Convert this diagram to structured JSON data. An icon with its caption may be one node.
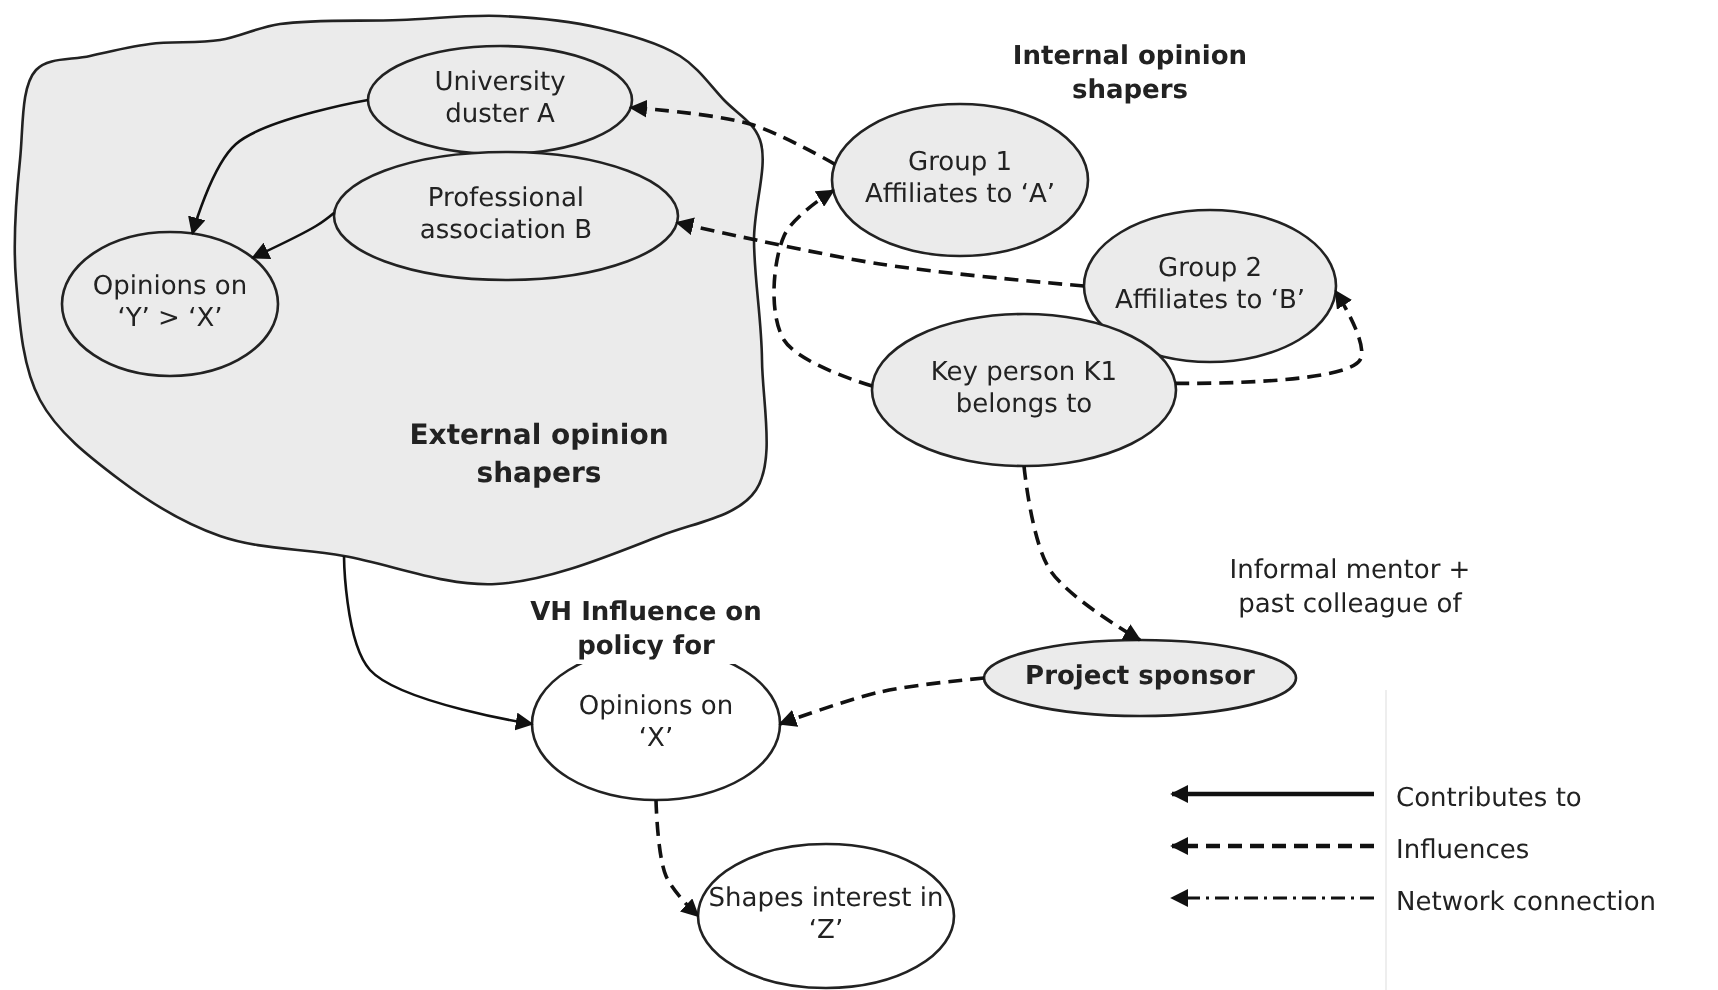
{
  "diagram": {
    "nodes": [
      {
        "text": [
          "External opinion shapers"
        ]
      },
      {
        "text": [
          "University duster A"
        ],
        "in": 0
      },
      {
        "text": [
          "Professional association B"
        ],
        "in": 0
      },
      {
        "text": [
          "Opinions on ‘Y’ > ‘X’"
        ],
        "in": 0
      },
      {
        "text": [
          "Group 1 Affiliates to ‘A’"
        ]
      },
      {
        "text": [
          "Group 2 Affiliates to ‘B’"
        ]
      },
      {
        "text": [
          "Key person K1 belongs to"
        ]
      },
      {
        "text": [
          "Project sponsor"
        ]
      },
      {
        "text": [
          "Opinions on ‘X’"
        ]
      },
      {
        "text": [
          "Shapes interest in ‘Z’"
        ]
      }
    ],
    "edges": [
      {
        "from": 1,
        "to": 3,
        "arrow": "to"
      },
      {
        "from": 2,
        "to": 3,
        "arrow": "to"
      },
      {
        "from": 4,
        "to": 1,
        "arrow": "to",
        "style": "dashed"
      },
      {
        "from": 5,
        "to": 2,
        "arrow": "to",
        "style": "dashed"
      },
      {
        "from": 6,
        "to": 4,
        "arrow": "to",
        "style": "dashed"
      },
      {
        "from": 6,
        "to": 5,
        "arrow": "to",
        "style": "dashed"
      },
      {
        "from": 6,
        "to": 7,
        "arrow": "to",
        "style": "dashed",
        "label": "Informal mentor + past colleague of"
      },
      {
        "from": 7,
        "to": 8,
        "arrow": "to",
        "style": "dashed",
        "label": "VH Influence on policy for"
      },
      {
        "from": 0,
        "to": 8,
        "arrow": "to"
      },
      {
        "from": 8,
        "to": 9,
        "arrow": "to",
        "style": "dashed"
      }
    ],
    "labels": [
      "Internal opinion shapers"
    ],
    "legend": [
      {
        "text": "Contributes to"
      },
      {
        "text": "Influences"
      },
      {
        "text": "Network connection"
      }
    ]
  }
}
